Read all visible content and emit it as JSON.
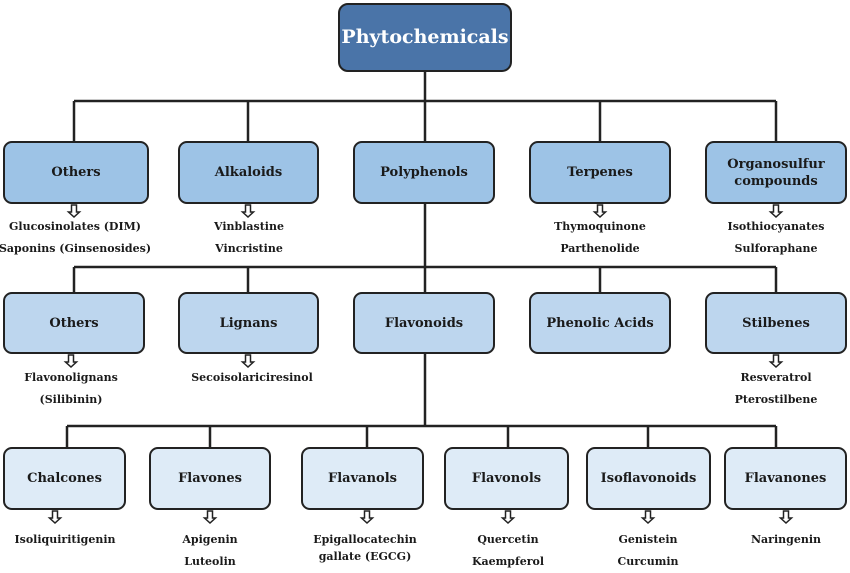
{
  "root": "Phytochemicals",
  "level1": [
    {
      "label": "Others",
      "examples": [
        "Glucosinolates (DIM)",
        "Saponins (Ginsenosides)"
      ]
    },
    {
      "label": "Alkaloids",
      "examples": [
        "Vinblastine",
        "Vincristine"
      ]
    },
    {
      "label": "Polyphenols",
      "examples": []
    },
    {
      "label": "Terpenes",
      "examples": [
        "Thymoquinone",
        "Parthenolide"
      ]
    },
    {
      "label": "Organosulfur compounds",
      "examples": [
        "Isothiocyanates",
        "Sulforaphane"
      ]
    }
  ],
  "level2": [
    {
      "label": "Others",
      "examples": [
        "Flavonolignans",
        "(Silibinin)"
      ]
    },
    {
      "label": "Lignans",
      "examples": [
        "Secoisolariciresinol"
      ]
    },
    {
      "label": "Flavonoids",
      "examples": []
    },
    {
      "label": "Phenolic Acids",
      "examples": []
    },
    {
      "label": "Stilbenes",
      "examples": [
        "Resveratrol",
        "Pterostilbene"
      ]
    }
  ],
  "level3": [
    {
      "label": "Chalcones",
      "examples": [
        "Isoliquiritigenin"
      ]
    },
    {
      "label": "Flavones",
      "examples": [
        "Apigenin",
        "Luteolin"
      ]
    },
    {
      "label": "Flavanols",
      "examples": [
        "Epigallocatechin gallate (EGCG)"
      ]
    },
    {
      "label": "Flavonols",
      "examples": [
        "Quercetin",
        "Kaempferol"
      ]
    },
    {
      "label": "Isoflavonoids",
      "examples": [
        "Genistein",
        "Curcumin"
      ]
    },
    {
      "label": "Flavanones",
      "examples": [
        "Naringenin"
      ]
    }
  ],
  "colors": {
    "root_fill": "#4a74a8",
    "level1_fill": "#9dc3e6",
    "level2_fill": "#bdd6ee",
    "level3_fill": "#deebf7",
    "line": "#222222"
  },
  "icons": {
    "example_arrow": "down-arrow-icon"
  }
}
